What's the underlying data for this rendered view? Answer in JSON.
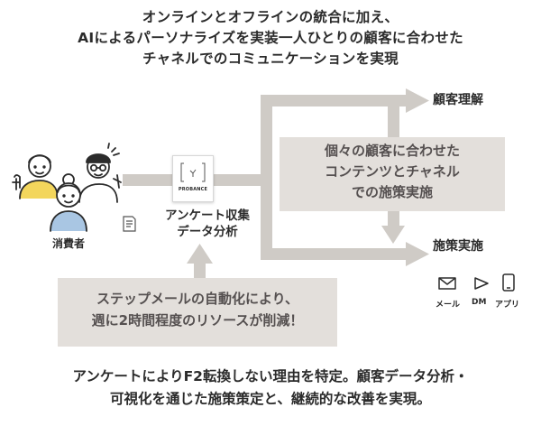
{
  "headline": {
    "line1": "オンラインとオフラインの統合に加え、",
    "line2": "AIによるパーソナライズを実装一人ひとりの顧客に合わせた",
    "line3": "チャネルでのコミュニケーションを実現"
  },
  "nodes": {
    "consumers": "消費者",
    "logo_text": "PROBANCE",
    "survey_line1": "アンケート収集",
    "survey_line2": "データ分析",
    "customer_understanding": "顧客理解",
    "measure_implementation": "施策実施"
  },
  "mid_box": {
    "line1": "個々の顧客に合わせた",
    "line2": "コンテンツとチャネル",
    "line3": "での施策実施"
  },
  "bottom_box": {
    "line1": "ステップメールの自動化により、",
    "line2": "週に2時間程度のリソースが削減！"
  },
  "channels": [
    {
      "label": "メール",
      "icon": "mail-icon"
    },
    {
      "label": "DM",
      "icon": "send-icon"
    },
    {
      "label": "アプリ",
      "icon": "smartphone-icon"
    }
  ],
  "footer": {
    "line1": "アンケートによりF2転換しない理由を特定。顧客データ分析・",
    "line2": "可視化を通じた施策策定と、継続的な改善を実現。"
  },
  "colors": {
    "arrow": "#cfcbc6",
    "box_fill": "#e3dfdb",
    "text": "#2b2b2b",
    "accent_yellow": "#f3d65c",
    "accent_blue": "#a9c6e3"
  }
}
